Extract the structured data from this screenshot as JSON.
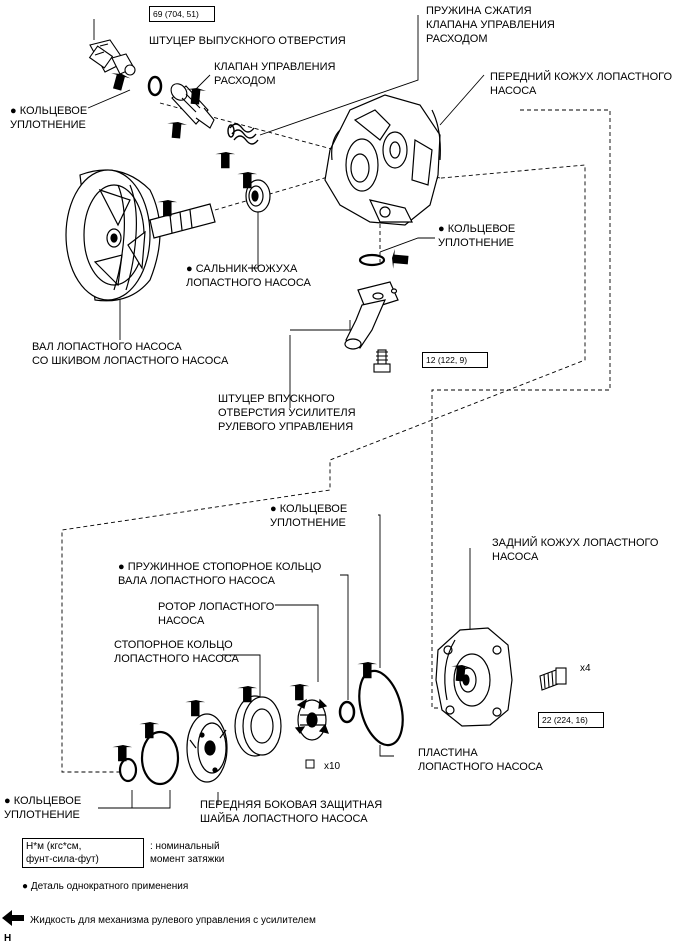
{
  "labels": {
    "outlet_union": "ШТУЦЕР ВЫПУСКНОГО ОТВЕРСТИЯ",
    "spring": "ПРУЖИНА СЖАТИЯ\nКЛАПАНА УПРАВЛЕНИЯ\nРАСХОДОМ",
    "flow_valve": "КЛАПАН УПРАВЛЕНИЯ\nРАСХОДОМ",
    "front_housing": "ПЕРЕДНИЙ КОЖУХ ЛОПАСТНОГО\nНАСОСА",
    "oring_top": "● КОЛЬЦЕВОЕ\nУПЛОТНЕНИЕ",
    "oring_right": "● КОЛЬЦЕВОЕ\nУПЛОТНЕНИЕ",
    "oil_seal": "● САЛЬНИК КОЖУХА\nЛОПАСТНОГО НАСОСА",
    "shaft_pulley": "ВАЛ ЛОПАСТНОГО НАСОСА\nСО ШКИВОМ ЛОПАСТНОГО НАСОСА",
    "inlet_union": "ШТУЦЕР ВПУСКНОГО\nОТВЕРСТИЯ УСИЛИТЕЛЯ\nРУЛЕВОГО УПРАВЛЕНИЯ",
    "oring_mid": "● КОЛЬЦЕВОЕ\nУПЛОТНЕНИЕ",
    "snap_ring_shaft": "● ПРУЖИННОЕ СТОПОРНОЕ КОЛЬЦО\nВАЛА ЛОПАСТНОГО НАСОСА",
    "rear_housing": "ЗАДНИЙ КОЖУХ ЛОПАСТНОГО\nНАСОСА",
    "rotor": "РОТОР ЛОПАСТНОГО\nНАСОСА",
    "cam_ring": "СТОПОРНОЕ КОЛЬЦО\nЛОПАСТНОГО НАСОСА",
    "vane_plate": "ПЛАСТИНА\nЛОПАСТНОГО НАСОСА",
    "oring_bottom": "● КОЛЬЦЕВОЕ\nУПЛОТНЕНИЕ",
    "side_plate": "ПЕРЕДНЯЯ БОКОВАЯ ЗАЩИТНАЯ\nШАЙБА ЛОПАСТНОГО НАСОСА"
  },
  "torques": {
    "outlet": "69 (704, 51)",
    "inlet_bolt": "12 (122, 9)",
    "rear_bolt": "22 (224, 16)"
  },
  "quantities": {
    "bolts": "x4",
    "vanes": "x10"
  },
  "legend": {
    "torque_box": "Н*м (кгс*см,\nфунт-сила-фут)",
    "torque_desc": ": номинальный\nмомент затяжки",
    "non_reusable": "● Деталь однократного применения",
    "fluid": "Жидкость для механизма рулевого управления с усилителем",
    "corner_mark": "H"
  }
}
